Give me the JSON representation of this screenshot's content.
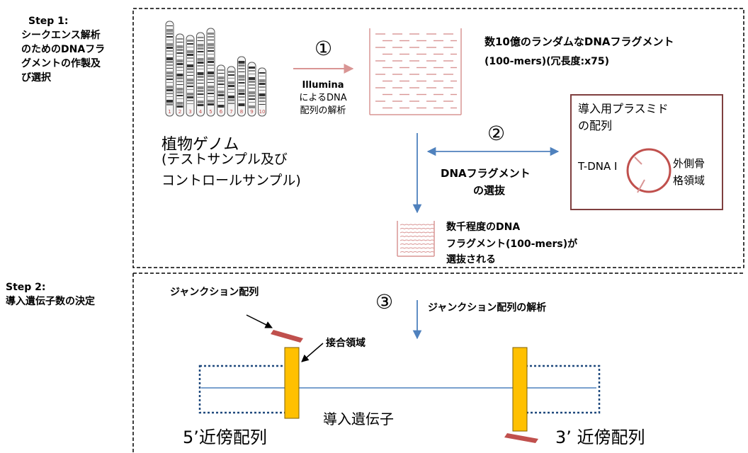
{
  "step1": {
    "title": "Step 1:",
    "lines": [
      "シークエンス解析",
      "のためのDNAフラ",
      "グメントの作製及",
      "び選択"
    ]
  },
  "step2": {
    "title": "Step 2:",
    "lines": [
      "導入遺伝子数の決定"
    ]
  },
  "chromosome_numbers": [
    "1",
    "2",
    "3",
    "4",
    "5",
    "6",
    "7",
    "8",
    "9",
    "10"
  ],
  "genome": {
    "title": "植物ゲノム",
    "sub1": "(テストサンプル及び",
    "sub2": "コントロールサンプル)"
  },
  "marker1": "①",
  "marker2": "②",
  "marker3": "③",
  "illumina": [
    "Illumina",
    "によるDNA",
    "配列の解析"
  ],
  "fragments": [
    "数10億のランダムなDNAフラグメント",
    "(100-mers)(冗長度:x75)"
  ],
  "plasmid": {
    "title1": "導入用プラスミド",
    "title2": "の配列",
    "tdna": "T-DNA I",
    "outer1": "外側骨",
    "outer2": "格領域"
  },
  "selection": [
    "DNAフラグメント",
    "の選抜"
  ],
  "selected": [
    "数千程度のDNA",
    "フラグメント(100-mers)が",
    "選抜される"
  ],
  "junction_label": "ジャンクション配列",
  "junction_analysis": "ジャンクション配列の解析",
  "joint_region": "接合領域",
  "transgene": "導入遺伝子",
  "flank5": "5’近傍配列",
  "flank3": "3’ 近傍配列",
  "colors": {
    "line_blue": "#4f81bd",
    "arrow_pink": "#d99594",
    "junction_red": "#c0504d",
    "insert_orange": "#ffc000",
    "plasmid_border": "#7f3f3f",
    "dotted_navy": "#1f497d"
  }
}
